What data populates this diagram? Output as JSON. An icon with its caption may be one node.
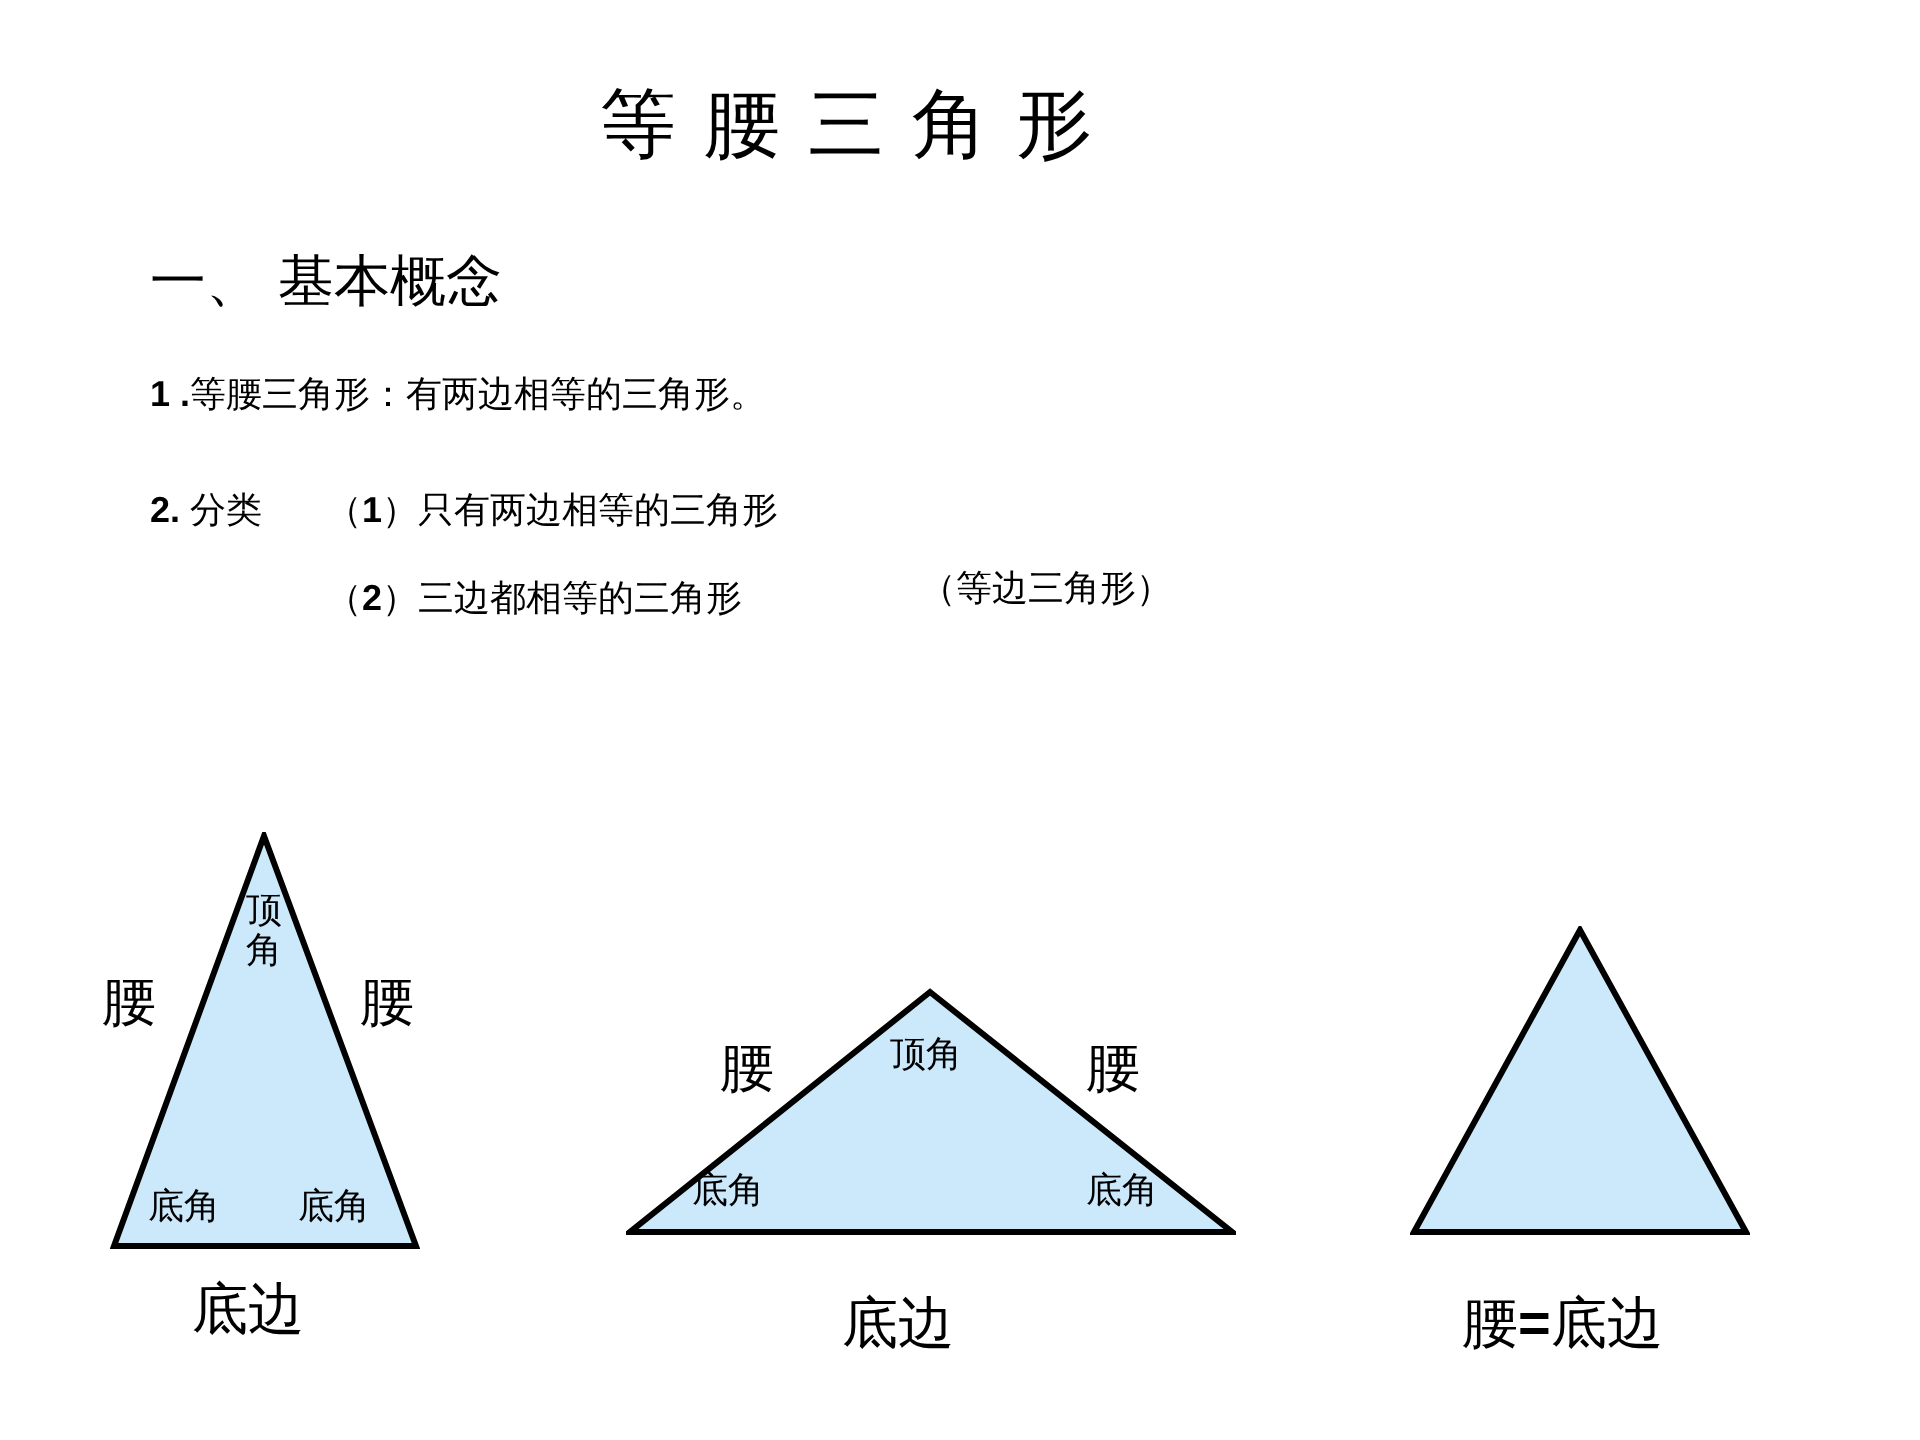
{
  "diagram": {
    "title": "等腰三角形",
    "nodes": [
      {
        "text": [
          "顶角",
          "底角",
          "底角"
        ],
        "beside": [
          "腰",
          "腰",
          "底边"
        ]
      },
      {
        "text": [
          "顶角",
          "底角",
          "底角"
        ],
        "beside": [
          "腰",
          "腰",
          "底边"
        ]
      },
      {
        "text": [],
        "shape": "triangle",
        "beside": [
          "腰**=**底边"
        ]
      }
    ],
    "labels": [
      "一、 基本概念",
      "**1 .**等腰三角形：有两边相等的三角形。",
      "**2.** 分类",
      "（**1**）只有两边相等的三角形",
      "（**2**）三边都相等的三角形",
      "（等边三角形）"
    ]
  }
}
